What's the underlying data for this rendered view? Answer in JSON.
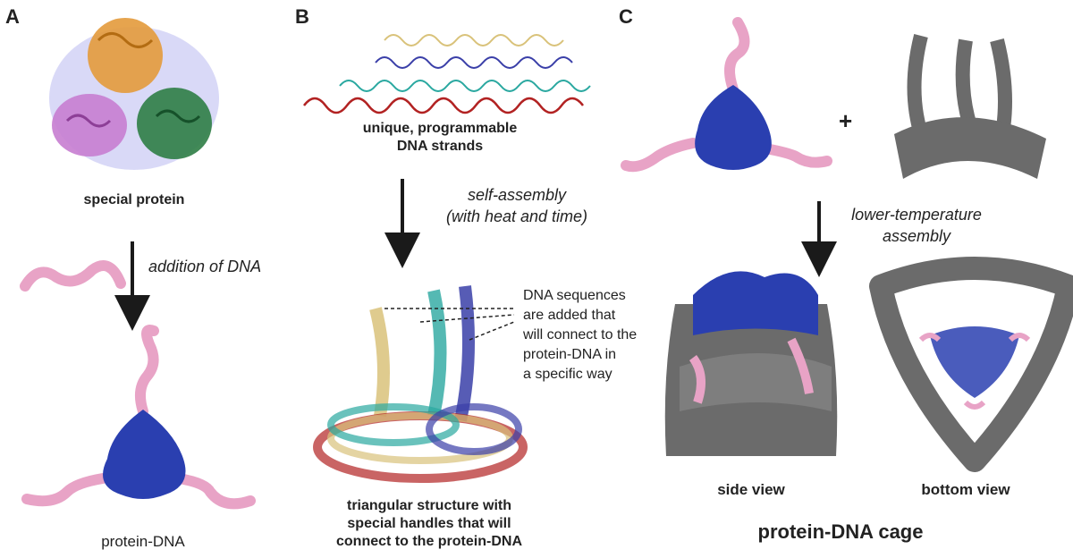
{
  "panels": {
    "a": {
      "letter": "A",
      "protein_label": "special protein",
      "arrow_label": "addition of DNA",
      "result_label": "protein-DNA"
    },
    "b": {
      "letter": "B",
      "strands_label_line1": "unique, programmable",
      "strands_label_line2": "DNA strands",
      "arrow_label_line1": "self-assembly",
      "arrow_label_line2": "(with heat and time)",
      "annotation_lines": [
        "DNA sequences",
        "are added that",
        "will connect to the",
        "protein-DNA in",
        "a specific way"
      ],
      "structure_label_line1": "triangular structure with",
      "structure_label_line2": "special handles that will",
      "structure_label_line3": "connect to the protein-DNA"
    },
    "c": {
      "letter": "C",
      "plus": "+",
      "arrow_label_line1": "lower-temperature",
      "arrow_label_line2": "assembly",
      "side_view_label": "side view",
      "bottom_view_label": "bottom view",
      "cage_label": "protein-DNA cage"
    }
  },
  "colors": {
    "protein_blue": "#2a3fb0",
    "dna_pink": "#e8a3c6",
    "dna_gray": "#6b6b6b",
    "orange": "#e39a3b",
    "violet": "#c77dd0",
    "green": "#2e7d45",
    "strand_yellow": "#d9c27a",
    "strand_blue": "#3a3fa8",
    "strand_teal": "#2aa8a0",
    "strand_red": "#b22222"
  }
}
